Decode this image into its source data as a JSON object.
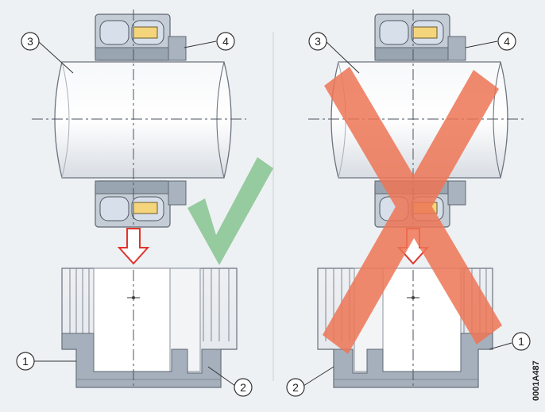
{
  "callouts": {
    "housing": "1",
    "mounting_side": "2",
    "shaft": "3",
    "locknut": "4"
  },
  "drawing_code": "0001A487",
  "colors": {
    "background": "#eef1f4",
    "correct_mark": "#8fc89a",
    "wrong_mark": "#ee7656",
    "arrow": "#e0352b",
    "metal": "#c8ced6",
    "metal_dark": "#7f8894",
    "bearing_blue": "#b8c7d9",
    "roller_yellow": "#f4d57c"
  },
  "icons": {
    "correct": "check-mark-icon",
    "incorrect": "cross-mark-icon",
    "direction": "down-arrow-icon"
  }
}
